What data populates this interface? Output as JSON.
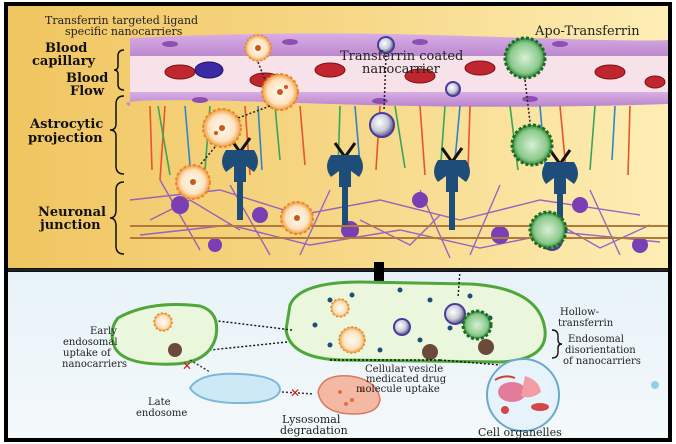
{
  "top": {
    "labels": {
      "ligand_nanocarriers_l1": "Transferrin targeted ligand",
      "ligand_nanocarriers_l2": "specific nanocarriers",
      "blood_capillary_l1": "Blood",
      "blood_capillary_l2": "capillary",
      "blood_flow_l1": "Blood",
      "blood_flow_l2": "Flow",
      "astrocytic_l1": "Astrocytic",
      "astrocytic_l2": "projection",
      "neuronal_l1": "Neuronal",
      "neuronal_l2": "junction",
      "coated_l1": "Transferrin coated",
      "coated_l2": "nanocarrier",
      "apo": "Apo-Transferrin"
    }
  },
  "bottom": {
    "labels": {
      "early_l1": "Early",
      "early_l2": "endosomal",
      "early_l3": "uptake of",
      "early_l4": "nanocarriers",
      "late_l1": "Late",
      "late_l2": "endosome",
      "lyso_l1": "Lysosomal",
      "lyso_l2": "degradation",
      "vesicle_l1": "Cellular vesicle",
      "vesicle_l2": "medicated drug",
      "vesicle_l3": "molecule uptake",
      "hollow_l1": "Hollow-",
      "hollow_l2": "transferrin",
      "endo_dis_l1": "Endosomal",
      "endo_dis_l2": "disorientation",
      "endo_dis_l3": "of nanocarriers",
      "organelles": "Cell organelles"
    }
  },
  "colors": {
    "bg_top_left": "#f2c96b",
    "bg_top_right": "#fde9a6",
    "bg_bottom": "#dcedf5",
    "capillary_wall": "#c79ad6",
    "capillary_lumen": "#f7e3ea",
    "rbc": "#c0262e",
    "astrocyte": "#8a4fc6",
    "receptor": "#1e4d7a",
    "apo_transferrin": "#2e8b3a",
    "nanocarrier": "#f39c3a"
  }
}
